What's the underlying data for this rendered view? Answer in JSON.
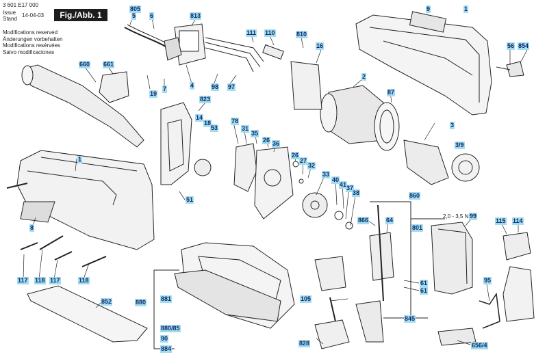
{
  "header": {
    "part_number": "3 601 E17 000",
    "issue_label": "Issue",
    "stand_label": "Stand",
    "date": "14-04-03",
    "figure": "Fig./Abb. 1"
  },
  "modifications": [
    "Modifications reserved",
    "Änderungen vorbehalten",
    "Modifications resérvées",
    "Salvo modificaciones"
  ],
  "torque_note": "2,0 - 3,5 Nm",
  "labels": {
    "l805": "805",
    "l5": "5",
    "l6": "6",
    "l813": "813",
    "l9": "9",
    "l1a": "1",
    "l111": "111",
    "l110": "110",
    "l810": "810",
    "l16": "16",
    "l56": "56",
    "l854": "854",
    "l660": "660",
    "l661": "661",
    "l19": "19",
    "l7": "7",
    "l4": "4",
    "l98": "98",
    "l97": "97",
    "l2": "2",
    "l87": "87",
    "l823": "823",
    "l14": "14",
    "l18": "18",
    "l53": "53",
    "l78": "78",
    "l31": "31",
    "l35": "35",
    "l26": "26",
    "l36": "36",
    "l3": "3",
    "l3_9": "3/9",
    "l1b": "1",
    "l26b": "26",
    "l27": "27",
    "l32": "32",
    "l33": "33",
    "l40": "40",
    "l41": "41",
    "l37": "37",
    "l38": "38",
    "l51": "51",
    "l8": "8",
    "l860": "860",
    "l866": "866",
    "l64": "64",
    "l801": "801",
    "l99": "99",
    "l115": "115",
    "l114": "114",
    "l117a": "117",
    "l118a": "118",
    "l117b": "117",
    "l118b": "118",
    "l852": "852",
    "l880": "880",
    "l881": "881",
    "l880_85": "880/85",
    "l90": "90",
    "l884": "884",
    "l105": "105",
    "l61a": "61",
    "l61b": "61",
    "l845": "845",
    "l95": "95",
    "l828": "828",
    "l656_4": "656/4"
  }
}
